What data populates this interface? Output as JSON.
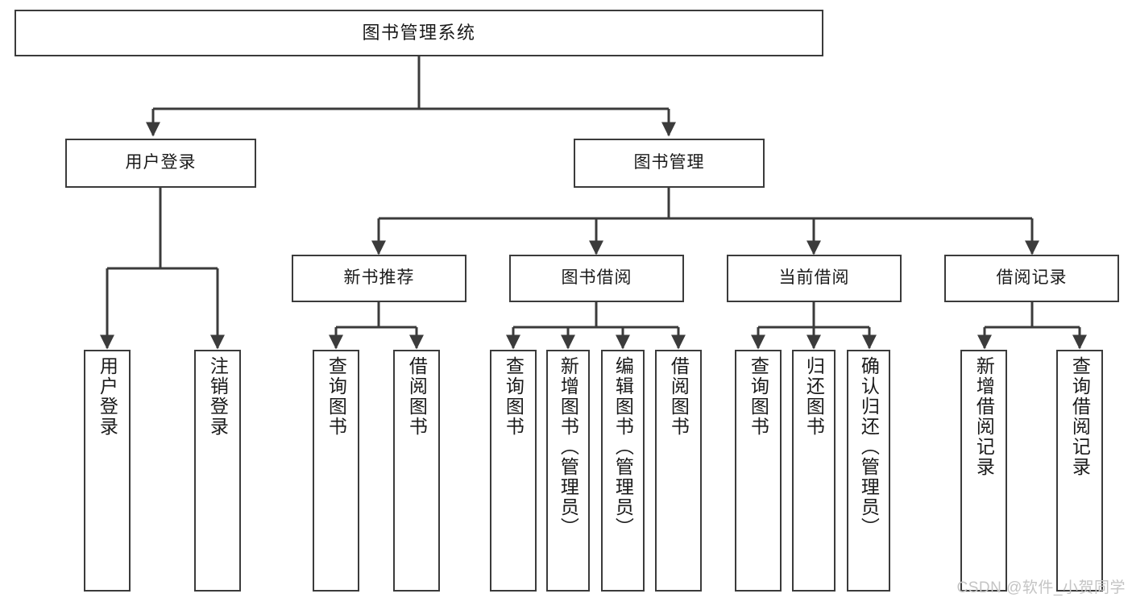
{
  "diagram": {
    "title": "图书管理系统",
    "type": "hierarchy-tree",
    "background_color": "#ffffff",
    "node_border_color": "#3b3b3b",
    "node_fill_color": "#ffffff",
    "text_color": "#1a1a1a"
  },
  "nodes": {
    "root": {
      "label": "图书管理系统",
      "level": 0
    },
    "level1": [
      {
        "id": "user-login",
        "label": "用户登录"
      },
      {
        "id": "book-manage",
        "label": "图书管理"
      }
    ],
    "level2": [
      {
        "id": "new-book-recommend",
        "label": "新书推荐",
        "parent": "book-manage"
      },
      {
        "id": "book-borrow",
        "label": "图书借阅",
        "parent": "book-manage"
      },
      {
        "id": "current-borrow",
        "label": "当前借阅",
        "parent": "book-manage"
      },
      {
        "id": "borrow-record",
        "label": "借阅记录",
        "parent": "book-manage"
      }
    ],
    "leaves": {
      "user-login": [
        {
          "id": "leaf-user-login",
          "label": "用户登录"
        },
        {
          "id": "leaf-logout",
          "label": "注销登录"
        }
      ],
      "new-book-recommend": [
        {
          "id": "leaf-query-book-1",
          "label": "查询图书"
        },
        {
          "id": "leaf-borrow-book-1",
          "label": "借阅图书"
        }
      ],
      "book-borrow": [
        {
          "id": "leaf-query-book-2",
          "label": "查询图书"
        },
        {
          "id": "leaf-add-book",
          "label": "新增图书（管理员）"
        },
        {
          "id": "leaf-edit-book",
          "label": "编辑图书（管理员）"
        },
        {
          "id": "leaf-borrow-book-2",
          "label": "借阅图书"
        }
      ],
      "current-borrow": [
        {
          "id": "leaf-query-book-3",
          "label": "查询图书"
        },
        {
          "id": "leaf-return-book",
          "label": "归还图书"
        },
        {
          "id": "leaf-confirm-return",
          "label": "确认归还（管理员）"
        }
      ],
      "borrow-record": [
        {
          "id": "leaf-add-record",
          "label": "新增借阅记录"
        },
        {
          "id": "leaf-query-record",
          "label": "查询借阅记录"
        }
      ]
    }
  },
  "watermark": {
    "text": "CSDN @软件_小贺同学"
  }
}
